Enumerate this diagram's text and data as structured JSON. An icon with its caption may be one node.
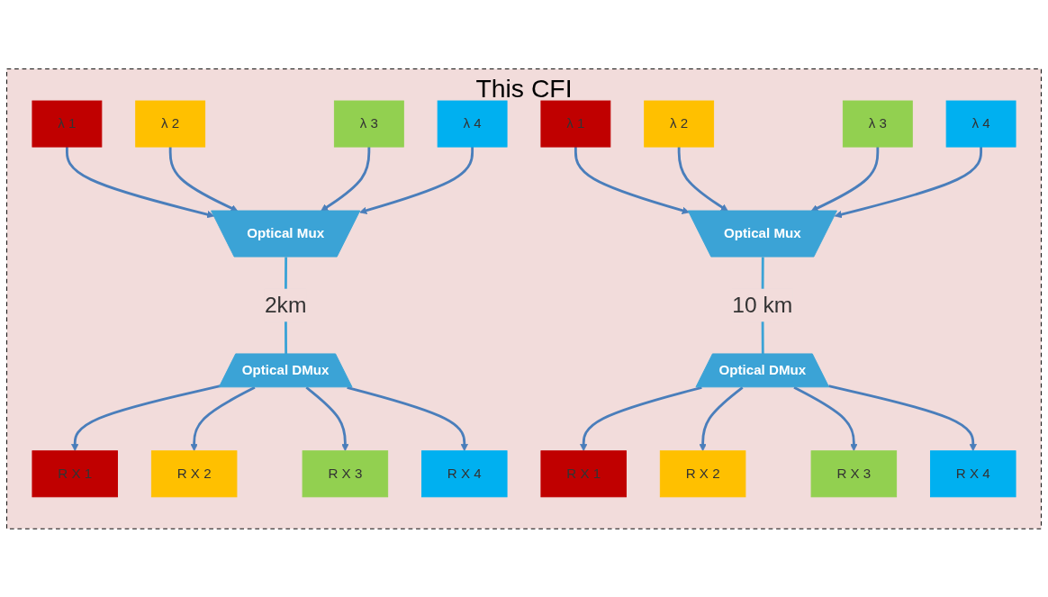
{
  "diagram": {
    "nodes": [
      {
        "text": [
          "This CFI"
        ]
      },
      {
        "text": [
          "λ 1"
        ],
        "in": 0
      },
      {
        "text": [
          "λ 2"
        ],
        "in": 0
      },
      {
        "text": [
          "λ 3"
        ],
        "in": 0
      },
      {
        "text": [
          "λ 4"
        ],
        "in": 0
      },
      {
        "text": [
          "Optical Mux"
        ],
        "in": 0
      },
      {
        "text": [
          "Optical DMux"
        ],
        "in": 0
      },
      {
        "text": [
          "R X 1"
        ],
        "in": 0
      },
      {
        "text": [
          "R X 2"
        ],
        "in": 0
      },
      {
        "text": [
          "R X 3"
        ],
        "in": 0
      },
      {
        "text": [
          "R X 4"
        ],
        "in": 0
      },
      {
        "text": [
          "λ 1"
        ],
        "in": 0
      },
      {
        "text": [
          "λ 2"
        ],
        "in": 0
      },
      {
        "text": [
          "λ 3"
        ],
        "in": 0
      },
      {
        "text": [
          "λ 4"
        ],
        "in": 0
      },
      {
        "text": [
          "Optical Mux"
        ],
        "in": 0
      },
      {
        "text": [
          "Optical DMux"
        ],
        "in": 0
      },
      {
        "text": [
          "R X 1"
        ],
        "in": 0
      },
      {
        "text": [
          "R X 2"
        ],
        "in": 0
      },
      {
        "text": [
          "R X 3"
        ],
        "in": 0
      },
      {
        "text": [
          "R X 4"
        ],
        "in": 0
      }
    ],
    "edges": [
      {
        "from": 1,
        "to": 5,
        "arrow": "to"
      },
      {
        "from": 2,
        "to": 5,
        "arrow": "to"
      },
      {
        "from": 3,
        "to": 5,
        "arrow": "to"
      },
      {
        "from": 4,
        "to": 5,
        "arrow": "to"
      },
      {
        "from": 5,
        "to": 6,
        "arrow": "none",
        "label": "2km",
        "color": "#3ba3d6"
      },
      {
        "from": 6,
        "to": 7,
        "arrow": "to"
      },
      {
        "from": 6,
        "to": 8,
        "arrow": "to"
      },
      {
        "from": 6,
        "to": 9,
        "arrow": "to"
      },
      {
        "from": 6,
        "to": 10,
        "arrow": "to"
      },
      {
        "from": 11,
        "to": 15,
        "arrow": "to"
      },
      {
        "from": 12,
        "to": 15,
        "arrow": "to"
      },
      {
        "from": 13,
        "to": 15,
        "arrow": "to"
      },
      {
        "from": 14,
        "to": 15,
        "arrow": "to"
      },
      {
        "from": 15,
        "to": 16,
        "arrow": "none",
        "label": "10 km",
        "color": "#3ba3d6"
      },
      {
        "from": 16,
        "to": 17,
        "arrow": "to"
      },
      {
        "from": 16,
        "to": 18,
        "arrow": "to"
      },
      {
        "from": 16,
        "to": 19,
        "arrow": "to"
      },
      {
        "from": 16,
        "to": 20,
        "arrow": "to"
      }
    ]
  }
}
